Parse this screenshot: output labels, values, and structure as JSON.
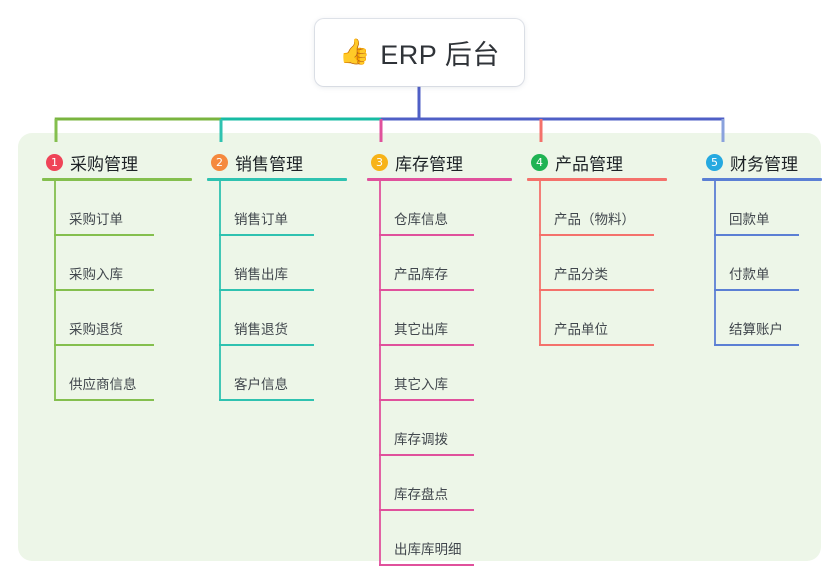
{
  "diagram": {
    "type": "mindmap-tree",
    "background_color": "#ffffff",
    "panel_color": "#edf6e8",
    "root": {
      "icon": "thumbs-up-icon",
      "emoji": "👍",
      "title": "ERP 后台",
      "stem_color": "#4f5fc6"
    },
    "trunk_segments": [
      {
        "color": "#79b43f"
      },
      {
        "color": "#17bba3"
      },
      {
        "color": "#4f5fc6"
      }
    ],
    "branches": [
      {
        "number": "1",
        "title": "采购管理",
        "badge_color": "#ef4458",
        "line_color": "#84bf4e",
        "stem_color": "#84bf4e",
        "items": [
          {
            "label": "采购订单"
          },
          {
            "label": "采购入库"
          },
          {
            "label": "采购退货"
          },
          {
            "label": "供应商信息"
          }
        ]
      },
      {
        "number": "2",
        "title": "销售管理",
        "badge_color": "#f5893e",
        "line_color": "#2fc2b0",
        "stem_color": "#2fc2b0",
        "items": [
          {
            "label": "销售订单"
          },
          {
            "label": "销售出库"
          },
          {
            "label": "销售退货"
          },
          {
            "label": "客户信息"
          }
        ]
      },
      {
        "number": "3",
        "title": "库存管理",
        "badge_color": "#f7b318",
        "line_color": "#e0519c",
        "stem_color": "#e0519c",
        "items": [
          {
            "label": "仓库信息"
          },
          {
            "label": "产品库存"
          },
          {
            "label": "其它出库"
          },
          {
            "label": "其它入库"
          },
          {
            "label": "库存调拨"
          },
          {
            "label": "库存盘点"
          },
          {
            "label": "出库库明细"
          }
        ]
      },
      {
        "number": "4",
        "title": "产品管理",
        "badge_color": "#1fb353",
        "line_color": "#f4716b",
        "stem_color": "#f4716b",
        "items": [
          {
            "label": "产品（物料）"
          },
          {
            "label": "产品分类"
          },
          {
            "label": "产品单位"
          }
        ]
      },
      {
        "number": "5",
        "title": "财务管理",
        "badge_color": "#25a9e0",
        "line_color": "#5b7fd4",
        "stem_color": "#8aa2dd",
        "items": [
          {
            "label": "回款单"
          },
          {
            "label": "付款单"
          },
          {
            "label": "结算账户"
          }
        ]
      }
    ]
  }
}
